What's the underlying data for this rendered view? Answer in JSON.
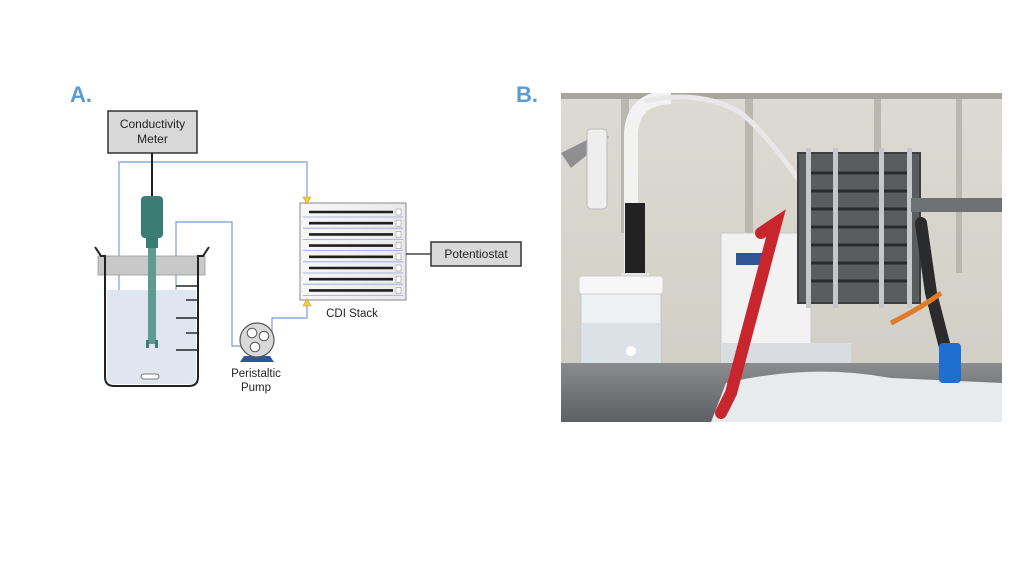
{
  "panels": {
    "a_label": "A.",
    "b_label": "B."
  },
  "diagram": {
    "conductivity_meter": [
      "Conductivity",
      "Meter"
    ],
    "potentiostat": "Potentiostat",
    "cdi_stack": "CDI Stack",
    "pump": [
      "Peristaltic",
      "Pump"
    ]
  },
  "colors": {
    "label_accent": "#5b9bd5",
    "tubing": "#8eaadb",
    "box_fill": "#d9d9d9",
    "probe": "#3b7d74",
    "liquid": "#dfe6f0"
  },
  "photo": {
    "subject": "photograph of CDI stack setup with beaker, peristaltic pump and potentiostat leads"
  }
}
